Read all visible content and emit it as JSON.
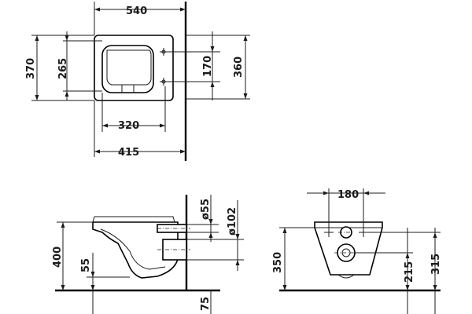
{
  "drawing": {
    "top_view": {
      "width_overall": "540",
      "length_overall": "370",
      "rim_length": "265",
      "fixing_spacing": "170",
      "fixing_to_wall": "360",
      "seat_width": "320",
      "depth_to_wall": "415"
    },
    "side_view": {
      "height": "400",
      "outlet_height": "55",
      "pipe_diameter": "ø55",
      "waste_diameter": "ø102",
      "floor_gap": "75"
    },
    "front_view": {
      "fixing_width": "180",
      "total_height": "350",
      "waste_height": "215",
      "bolt_height": "315"
    }
  }
}
